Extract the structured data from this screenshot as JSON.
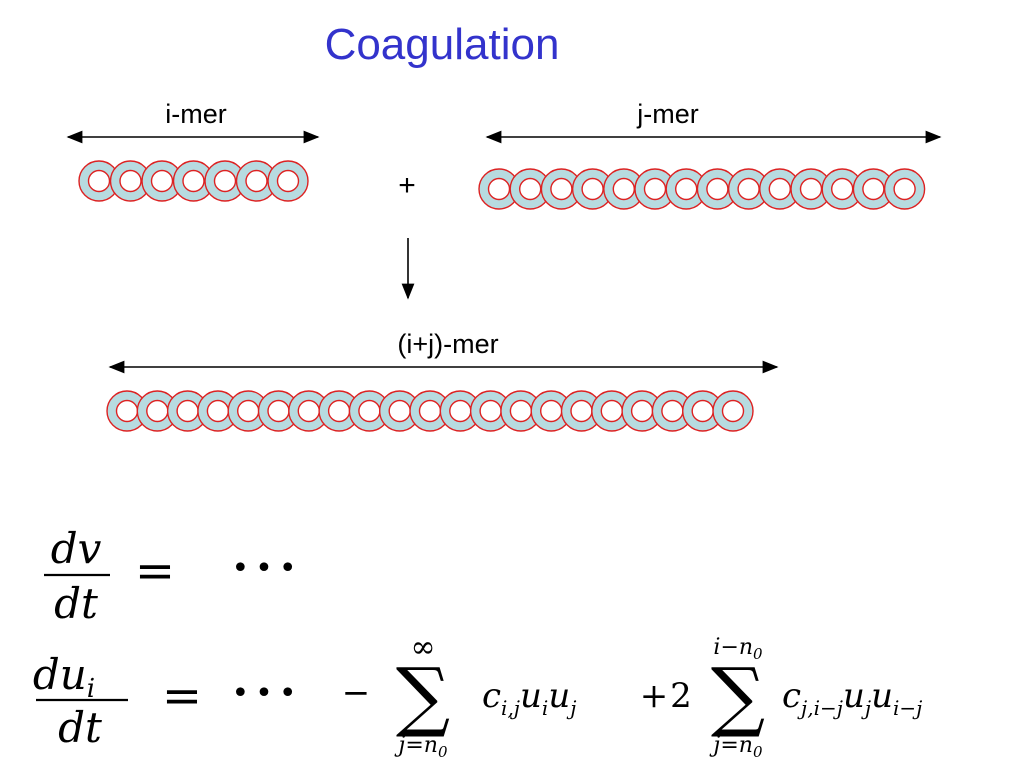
{
  "title": "Coagulation",
  "diagram": {
    "i_label": "i-mer",
    "j_label": "j-mer",
    "ij_label": "(i+j)-mer",
    "plus": "+",
    "i_count": 7,
    "j_count": 14,
    "ij_count": 21,
    "bead_fill": "#b7dbe0",
    "bead_stroke": "#dd2222"
  },
  "equations": {
    "eq1": {
      "num": "dv",
      "den": "dt",
      "equals": "=",
      "dots": "•••"
    },
    "eq2": {
      "num_base": "du",
      "num_sub": "i",
      "den": "dt",
      "equals": "=",
      "dots": "•••",
      "minus": "−",
      "sum1_upper": "∞",
      "sum1_lower": "j=n",
      "sum1_lower_sub": "0",
      "term1": "c",
      "term1_sub": "i,j",
      "term1_rest_u": "u",
      "term1_rest_i": "i",
      "term1_rest_uj": "u",
      "term1_rest_j": "j",
      "plus": "+",
      "two": "2",
      "sum2_upper": "i−n",
      "sum2_upper_sub": "0",
      "sum2_lower": "j=n",
      "sum2_lower_sub": "0",
      "term2": "c",
      "term2_sub": "j,i−j",
      "term2_u1": "u",
      "term2_u1_sub": "j",
      "term2_u2": "u",
      "term2_u2_sub": "i−j"
    }
  }
}
